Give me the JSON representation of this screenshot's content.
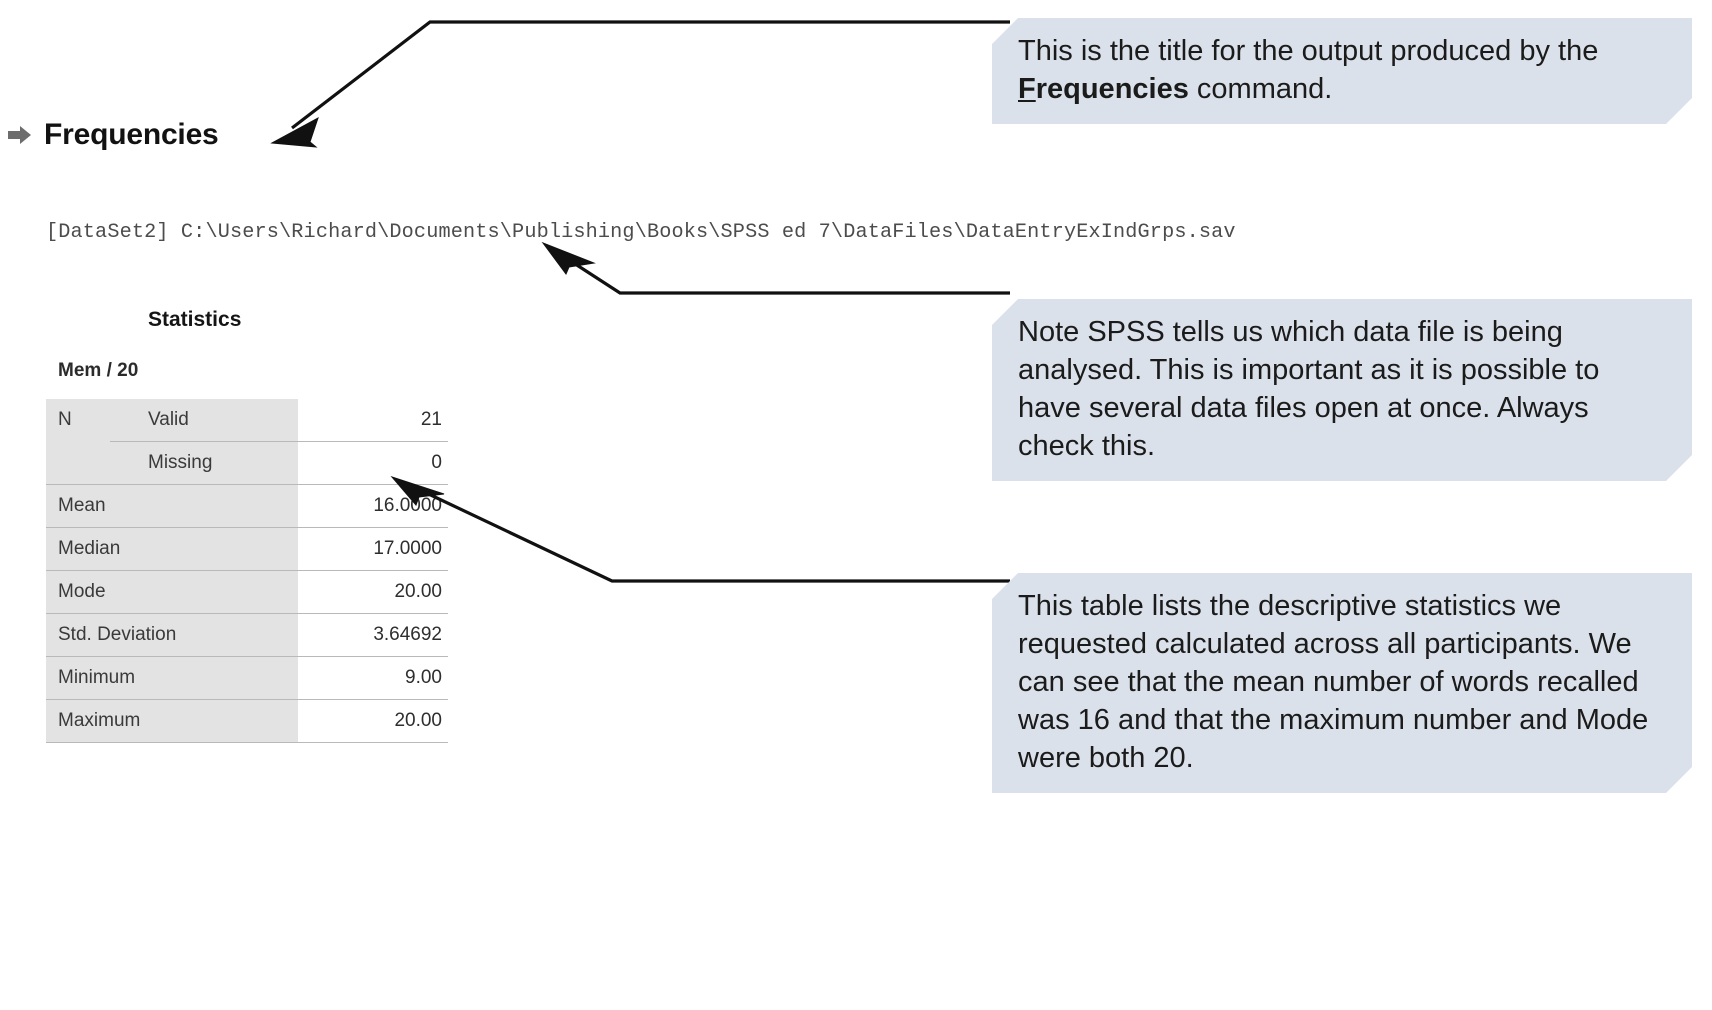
{
  "output": {
    "section_heading": "Frequencies",
    "heading_icon": "right-arrow-bullet-icon",
    "dataset_line": "[DataSet2] C:\\Users\\Richard\\Documents\\Publishing\\Books\\SPSS ed 7\\DataFiles\\DataEntryExIndGrps.sav"
  },
  "stats_table": {
    "title": "Statistics",
    "subtitle": "Mem / 20",
    "group_label": "N",
    "rows": [
      {
        "group": "N",
        "label": "Valid",
        "value": "21"
      },
      {
        "group": "N",
        "label": "Missing",
        "value": "0"
      },
      {
        "group": "",
        "label": "Mean",
        "value": "16.0000"
      },
      {
        "group": "",
        "label": "Median",
        "value": "17.0000"
      },
      {
        "group": "",
        "label": "Mode",
        "value": "20.00"
      },
      {
        "group": "",
        "label": "Std. Deviation",
        "value": "3.64692"
      },
      {
        "group": "",
        "label": "Minimum",
        "value": "9.00"
      },
      {
        "group": "",
        "label": "Maximum",
        "value": "20.00"
      }
    ]
  },
  "callouts": [
    {
      "id": "callout-title",
      "text_before": " This is the title for the output produced by the ",
      "bold_first_letter": "F",
      "bold_rest": "requencies",
      "text_after": " command."
    },
    {
      "id": "callout-dataset",
      "text": " Note SPSS tells us which data file is being analysed. This is important as it is possible to have several data files open at once. Always check this."
    },
    {
      "id": "callout-stats",
      "text": " This table lists the descriptive statistics we requested calculated across all participants. We can see that the mean number of words recalled was 16 and that the maximum number and Mode were both 20."
    }
  ],
  "colors": {
    "callout_background": "#dbe1ea",
    "table_label_background": "#e3e3e3",
    "table_rule": "#b9b9b9",
    "leader_line": "#111111",
    "heading_bullet": "#6d6d6d"
  }
}
